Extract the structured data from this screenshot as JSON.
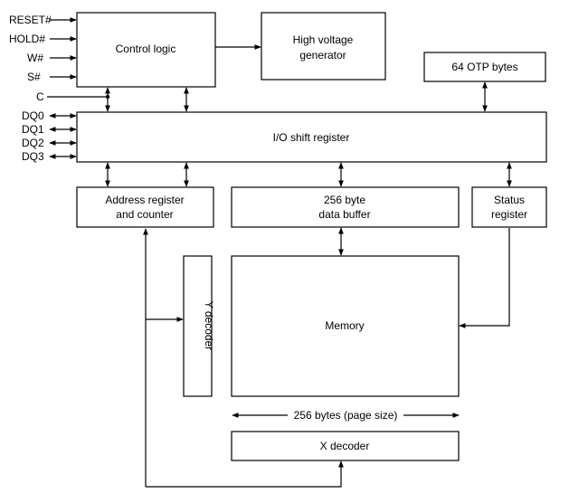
{
  "blocks": {
    "control_logic": "Control logic",
    "hv_generator": [
      "High voltage",
      "generator"
    ],
    "otp": "64 OTP bytes",
    "io_shift": "I/O shift register",
    "address_register": [
      "Address register",
      "and counter"
    ],
    "data_buffer": [
      "256 byte",
      "data buffer"
    ],
    "status_register": [
      "Status",
      "register"
    ],
    "y_decoder": "Y decoder",
    "memory": "Memory",
    "x_decoder": "X decoder",
    "page_size": "256 bytes (page size)"
  },
  "signals": {
    "reset": "RESET#",
    "hold": "HOLD#",
    "w": "W#",
    "s": "S#",
    "c": "C",
    "dq0": "DQ0",
    "dq1": "DQ1",
    "dq2": "DQ2",
    "dq3": "DQ3"
  }
}
